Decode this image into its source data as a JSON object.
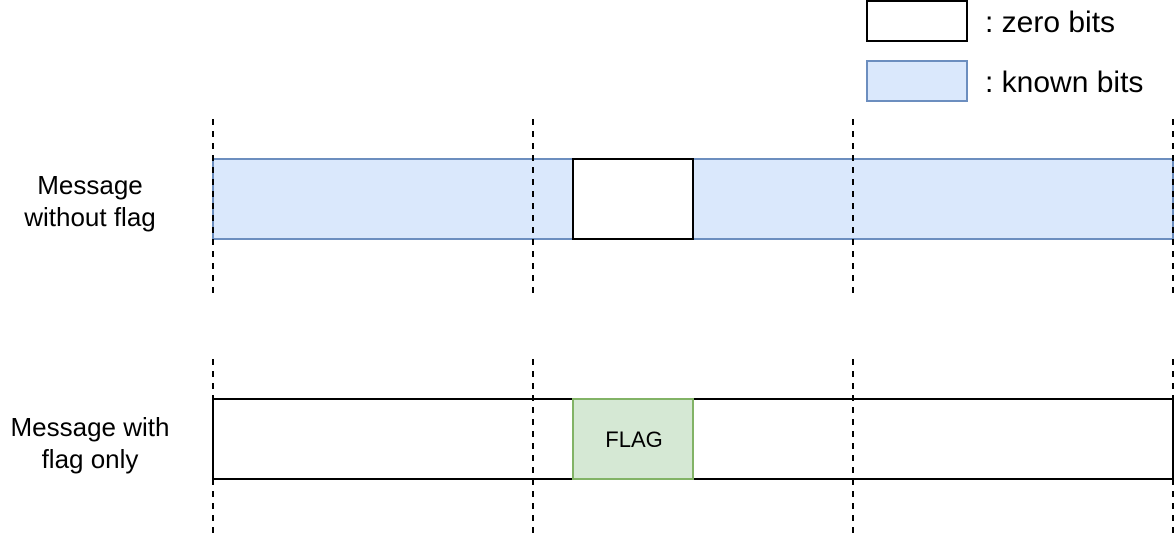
{
  "legend": {
    "zero_label": ": zero bits",
    "known_label": ": known bits"
  },
  "rows": {
    "without_flag": {
      "line1": "Message",
      "line2": "without flag"
    },
    "with_flag": {
      "line1": "Message with",
      "line2": "flag only",
      "flag_label": "FLAG"
    }
  },
  "colors": {
    "known_fill": "#dae8fc",
    "known_stroke": "#6c8ebf",
    "zero_fill": "#ffffff",
    "zero_stroke": "#000000",
    "flag_fill": "#d5e8d4",
    "flag_stroke": "#82b366"
  }
}
